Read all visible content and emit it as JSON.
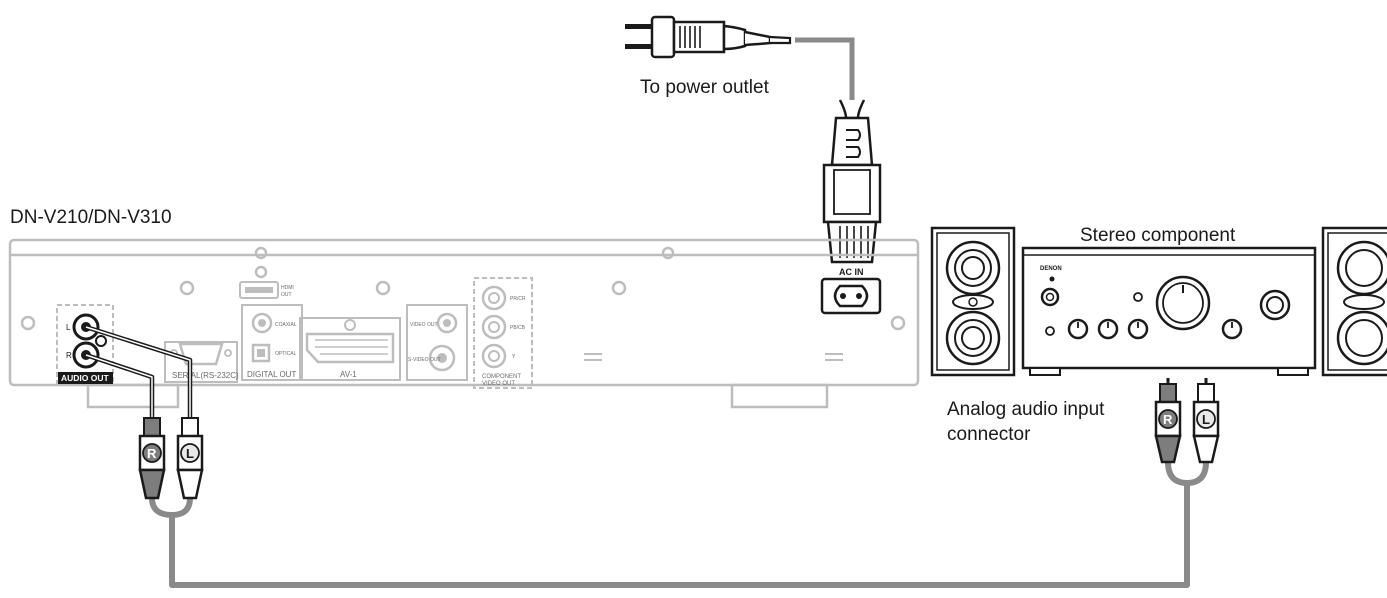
{
  "labels": {
    "power_outlet": "To power outlet",
    "player_model": "DN-V210/DN-V310",
    "stereo_component": "Stereo component",
    "analog_input_line1": "Analog audio input",
    "analog_input_line2": "connector"
  },
  "player_panel": {
    "ac_in": "AC IN",
    "audio_out": "AUDIO OUT",
    "audio_out_l": "L",
    "audio_out_r": "R",
    "serial": "SERIAL(RS-232C)",
    "digital_out": "DIGITAL OUT",
    "coaxial": "COAXIAL",
    "optical": "OPTICAL",
    "hdmi_out_line1": "HDMI",
    "hdmi_out_line2": "OUT",
    "av1": "AV-1",
    "video_out": "VIDEO OUT",
    "s_video_out": "S-VIDEO OUT",
    "component_line1": "COMPONENT",
    "component_line2": "VIDEO OUT",
    "pb_cb": "PB/CB",
    "pr_cr": "PR/CR",
    "y": "Y"
  },
  "amplifier": {
    "brand": "DENON"
  },
  "plugs": {
    "player_right": "R",
    "player_left": "L",
    "amp_right": "R",
    "amp_left": "L"
  },
  "colors": {
    "line_dark": "#1a1a1a",
    "panel_gray": "#bdbdbd",
    "cable_gray": "#8a8a8a",
    "plug_dark": "#7d7d7d",
    "plug_light": "#e9e9e9"
  }
}
